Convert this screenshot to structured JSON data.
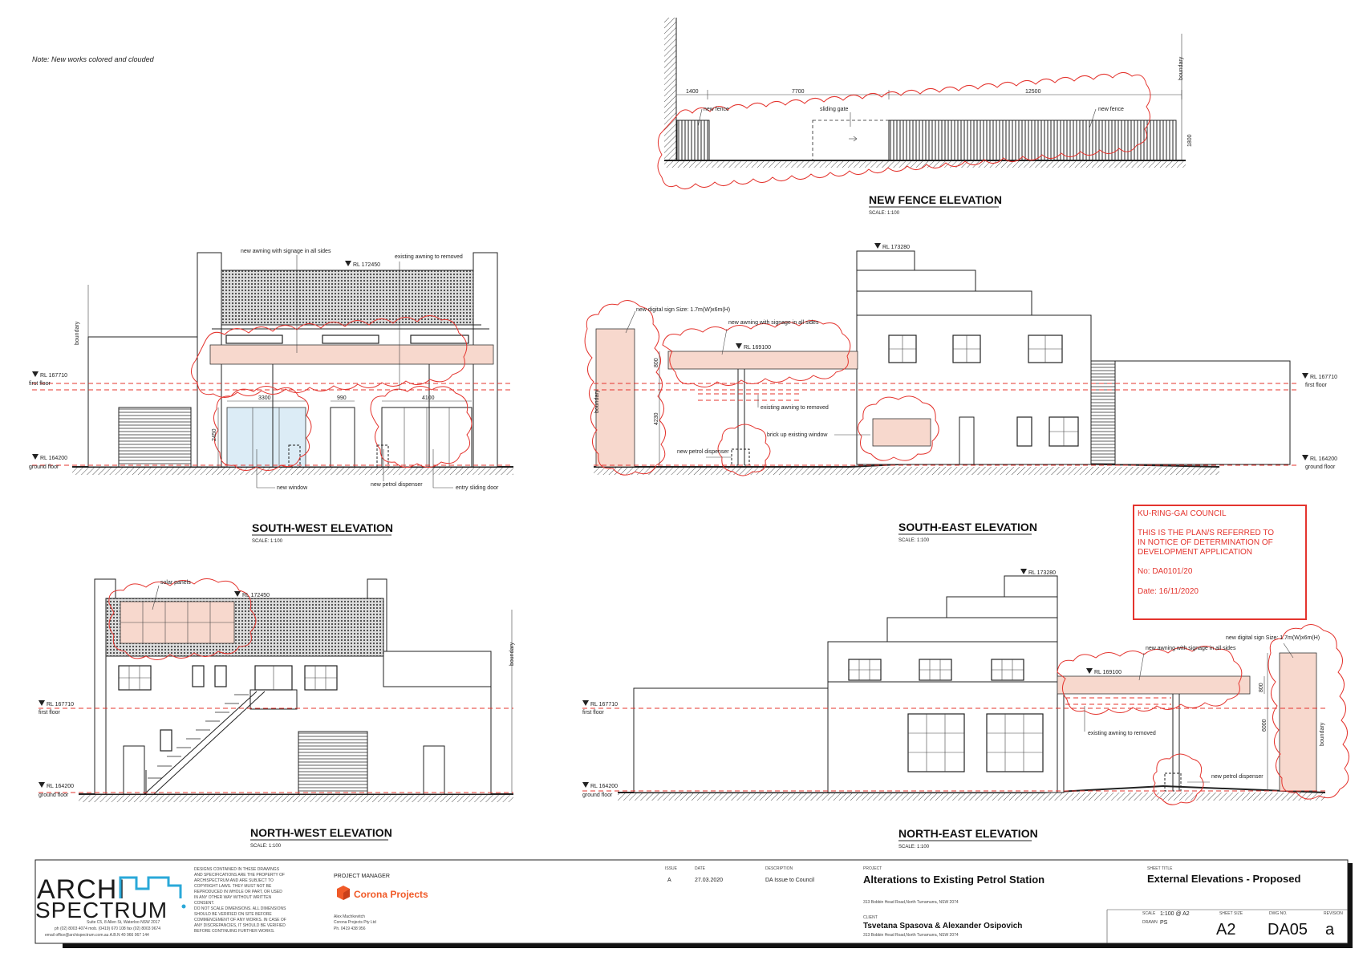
{
  "note": "Note: New works colored and clouded",
  "fence": {
    "title": "NEW FENCE ELEVATION",
    "scale": "SCALE: 1:100",
    "dims": [
      "1400",
      "7700",
      "12500"
    ],
    "labels": {
      "new_fence_left": "new fence",
      "sliding_gate": "sliding gate",
      "new_fence_right": "new fence",
      "boundary": "boundary",
      "height": "1800"
    }
  },
  "south_west": {
    "title": "SOUTH-WEST ELEVATION",
    "scale": "SCALE: 1:100",
    "rl_top": "RL 172450",
    "rl_first": "RL 167710",
    "rl_ground": "RL 164200",
    "first_floor": "first floor",
    "ground_floor": "ground floor",
    "boundary": "boundary",
    "dims": {
      "d1": "3300",
      "d2": "990",
      "d3": "4100",
      "d4": "2450"
    },
    "labels": {
      "awning": "new awning with signage in all sides",
      "awning_removed": "existing awning to removed",
      "new_window": "new window",
      "dispenser": "new petrol dispenser",
      "sliding_door": "entry sliding door"
    }
  },
  "south_east": {
    "title": "SOUTH-EAST ELEVATION",
    "scale": "SCALE: 1:100",
    "rl_top": "RL 173280",
    "rl_awning": "RL 169100",
    "rl_first": "RL 167710",
    "rl_ground": "RL 164200",
    "first_floor": "first floor",
    "ground_floor": "ground floor",
    "boundary": "boundary",
    "dims": {
      "d1": "800",
      "d2": "4230"
    },
    "labels": {
      "digital_sign": "new digital sign Size: 1.7m(W)x6m(H)",
      "awning": "new awning with signage in all sides",
      "awning_removed": "existing awning to removed",
      "brick_up": "brick up existing window",
      "dispenser": "new petrol dispenser"
    }
  },
  "north_west": {
    "title": "NORTH-WEST ELEVATION",
    "scale": "SCALE: 1:100",
    "rl_top": "RL 172450",
    "rl_first": "RL 167710",
    "rl_ground": "RL 164200",
    "first_floor": "first floor",
    "ground_floor": "ground floor",
    "boundary": "boundary",
    "labels": {
      "solar": "solar panels"
    }
  },
  "north_east": {
    "title": "NORTH-EAST ELEVATION",
    "scale": "SCALE: 1:100",
    "rl_top": "RL 173280",
    "rl_awning": "RL 169100",
    "rl_first": "RL 167710",
    "rl_ground": "RL 164200",
    "first_floor": "first floor",
    "ground_floor": "ground floor",
    "boundary": "boundary",
    "dims": {
      "d1": "800",
      "d2": "6000"
    },
    "labels": {
      "awning": "new awning with signage in all sides",
      "digital_sign": "new digital sign Size: 1.7m(W)x6m(H)",
      "awning_removed": "existing awning to removed",
      "dispenser": "new petrol dispenser"
    }
  },
  "council_stamp": {
    "line1": "KU-RING-GAI COUNCIL",
    "line2": "THIS IS THE PLAN/S REFERRED TO",
    "line3": "IN NOTICE OF DETERMINATION OF",
    "line4": "DEVELOPMENT APPLICATION",
    "no": "No:  DA0101/20",
    "date": "Date:  16/11/2020"
  },
  "title_block": {
    "logo_top": "ARCHI",
    "logo_bottom": "SPECTRUM",
    "address": "Suite C5, 8 Allen St, Waterloo NSW 2017",
    "phone": "ph (02) 8003 4074 mob. (0419) 670 108 fax (02) 8003 9674",
    "email": "email office@archispectrum.com.au  A.B.N  40 966 067 144",
    "disclaimer": [
      "DESIGNS CONTAINED IN THESE DRAWINGS",
      "AND SPECIFICATIONS ARE THE PROPERTY OF",
      "ARCHISPECTRUM AND ARE SUBJECT TO",
      "COPYRIGHT LAWS. THEY MUST NOT BE",
      "REPRODUCED IN WHOLE OR PART, OR USED",
      "IN ANY OTHER WAY WITHOUT WRITTEN",
      "CONSENT.",
      "DO NOT SCALE DIMENSIONS. ALL DIMENSIONS",
      "SHOULD BE VERIFIED ON SITE BEFORE",
      "COMMENCEMENT OF ANY WORKS. IN CASE OF",
      "ANY DISCREPANCIES, IT SHOULD BE VERIFIED",
      "BEFORE CONTINUING FURTHER WORKS."
    ],
    "pm_label": "PROJECT MANAGER",
    "pm_company": "Corona Projects",
    "pm_person": "Alex Machkevitch",
    "pm_company_full": "Corona Projects Pty Ltd",
    "pm_phone": "Ph. 0419 438 956",
    "issue_lbl": "ISSUE",
    "date_lbl": "DATE",
    "desc_lbl": "DESCRIPTION",
    "issue": "A",
    "date": "27.03.2020",
    "description": "DA Issue to Council",
    "project_lbl": "PROJECT",
    "project": "Alterations to Existing Petrol Station",
    "project_address": "313 Bobbin Head Road,North Turramurra, NSW 2074",
    "client_lbl": "CLIENT",
    "client": "Tsvetana Spasova & Alexander Osipovich",
    "client_address": "313 Bobbin Head Road,North Turramurra, NSW 2074",
    "sheet_title_lbl": "SHEET TITLE",
    "sheet_title": "External Elevations - Proposed",
    "scale_lbl": "SCALE",
    "scale": "1:100 @ A2",
    "drawn_lbl": "DRAWN",
    "drawn": "PS",
    "sheet_size_lbl": "SHEET SIZE",
    "sheet_size": "A2",
    "dwg_lbl": "DWG NO.",
    "dwg": "DA05",
    "rev_lbl": "REVISION",
    "rev": "a"
  },
  "colors": {
    "red": "#e4342e",
    "pink": "#f7d8cd",
    "glass": "#dcecf6"
  }
}
